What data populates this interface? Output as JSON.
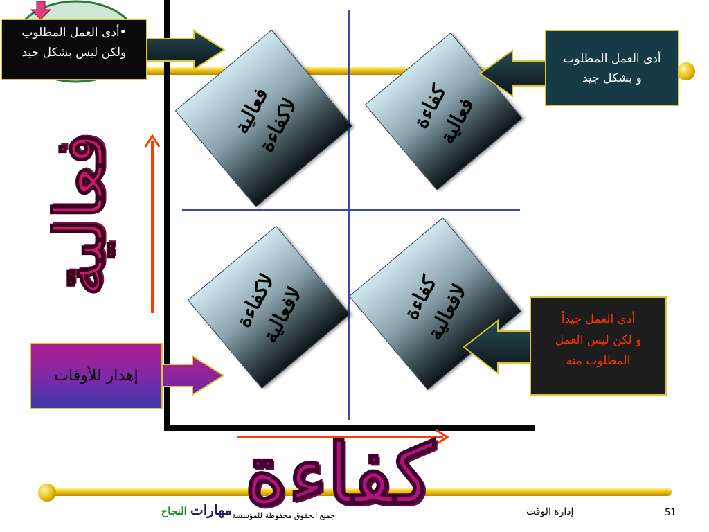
{
  "quadrants": {
    "top_left": {
      "line1": "فعالية",
      "line2": "لاكفاءة"
    },
    "top_right": {
      "line1": "كفاءة",
      "line2": "فعالية"
    },
    "bottom_left": {
      "line1": "لاكفاءة",
      "line2": "لافعالية"
    },
    "bottom_right": {
      "line1": "كفاءة",
      "line2": "لافعالية"
    }
  },
  "boxes": {
    "top_left": {
      "line1": "•أدى العمل المطلوب",
      "line2": "ولكن ليس بشكل جيد"
    },
    "top_right": {
      "line1": "أدى العمل المطلوب",
      "line2": "و بشكل جيد"
    },
    "bottom_right": {
      "line1": "أدى العمل  جيداً",
      "line2": "و لكن ليس العمل",
      "line3": "المطلوب منه"
    },
    "bottom_left": {
      "text": "إهدار للأوقات"
    }
  },
  "axes": {
    "vertical_label": "فعالية",
    "horizontal_label": "كفاءة"
  },
  "footer": {
    "page_number": "51",
    "section_title": "إدارة الوقت",
    "copyright": "جميع الحقوق محفوظة للمؤسسة",
    "logo_main": "مهارات",
    "logo_accent": "النجاح"
  },
  "colors": {
    "axis": "#050505",
    "grid": "#3a4aa8",
    "accent_magenta": "#c8196c",
    "arrow_red": "#ff3c00",
    "gold": "#f2cc1a"
  }
}
